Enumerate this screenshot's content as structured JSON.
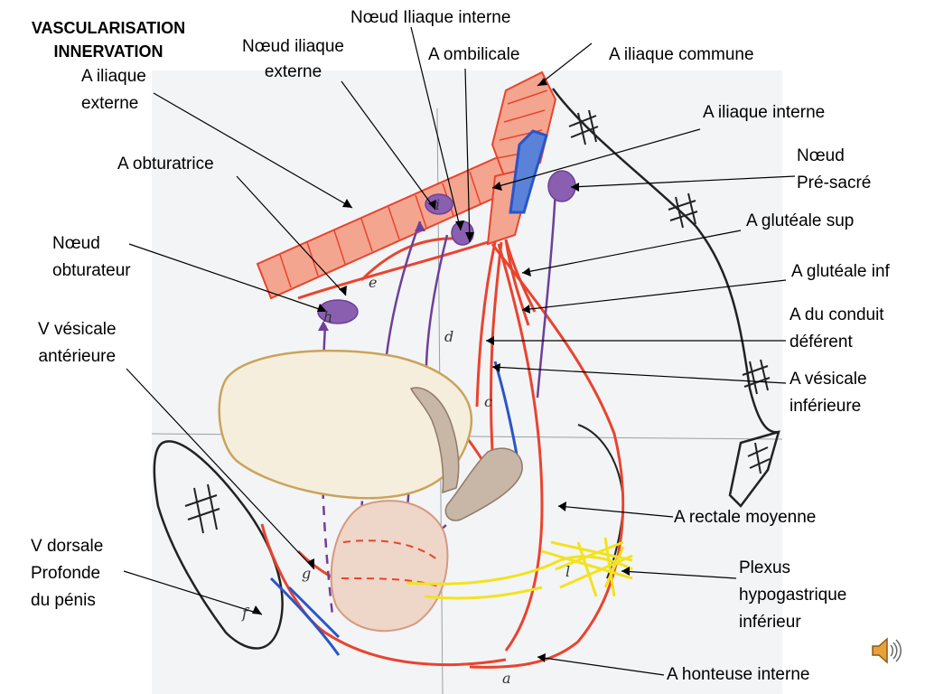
{
  "title": {
    "line1": "VASCULARISATION",
    "line2": "INNERVATION"
  },
  "labels": {
    "noeud_iliaque_interne": "Nœud Iliaque interne",
    "noeud_iliaque_externe_1": "Nœud iliaque",
    "noeud_iliaque_externe_2": "externe",
    "a_ombilicale": "A ombilicale",
    "a_iliaque_commune": "A iliaque commune",
    "a_iliaque_externe_1": "A iliaque",
    "a_iliaque_externe_2": "externe",
    "a_iliaque_interne": "A iliaque interne",
    "noeud_presacre_1": "Nœud",
    "noeud_presacre_2": "Pré-sacré",
    "a_obturatrice": "A obturatrice",
    "a_glutéale_sup": "A glutéale sup",
    "noeud_obturateur_1": "Nœud",
    "noeud_obturateur_2": "obturateur",
    "a_glutéale_inf": "A glutéale inf",
    "a_conduit_deferent_1": "A du conduit",
    "a_conduit_deferent_2": "déférent",
    "v_vesicale_anterieure_1": "V vésicale",
    "v_vesicale_anterieure_2": "antérieure",
    "a_vesicale_inferieure_1": "A vésicale",
    "a_vesicale_inferieure_2": "inférieure",
    "a_rectale_moyenne": "A rectale moyenne",
    "v_dorsale_profonde_1": "V dorsale",
    "v_dorsale_profonde_2": "Profonde",
    "v_dorsale_profonde_3": "du pénis",
    "plexus_hypogastrique_1": "Plexus",
    "plexus_hypogastrique_2": "hypogastrique",
    "plexus_hypogastrique_3": "inférieur",
    "a_honteuse_interne": "A honteuse interne"
  },
  "drawing_letters": {
    "i": "i",
    "e": "e",
    "d": "d",
    "c": "c",
    "h": "h",
    "g": "g",
    "f": "f",
    "l": "l",
    "a": "a"
  },
  "colors": {
    "artery": "#e8442e",
    "artery_fill": "#f4a58f",
    "vein": "#2a55c8",
    "lymph_node": "#8a5fb0",
    "nerve_plexus": "#f2e31e",
    "bladder_outline": "#c9a45a",
    "prostate_fill": "#eed6c8",
    "bone_outline": "#222222",
    "paper": "#f3f4f6"
  },
  "icons": {
    "speaker": "speaker-icon"
  }
}
